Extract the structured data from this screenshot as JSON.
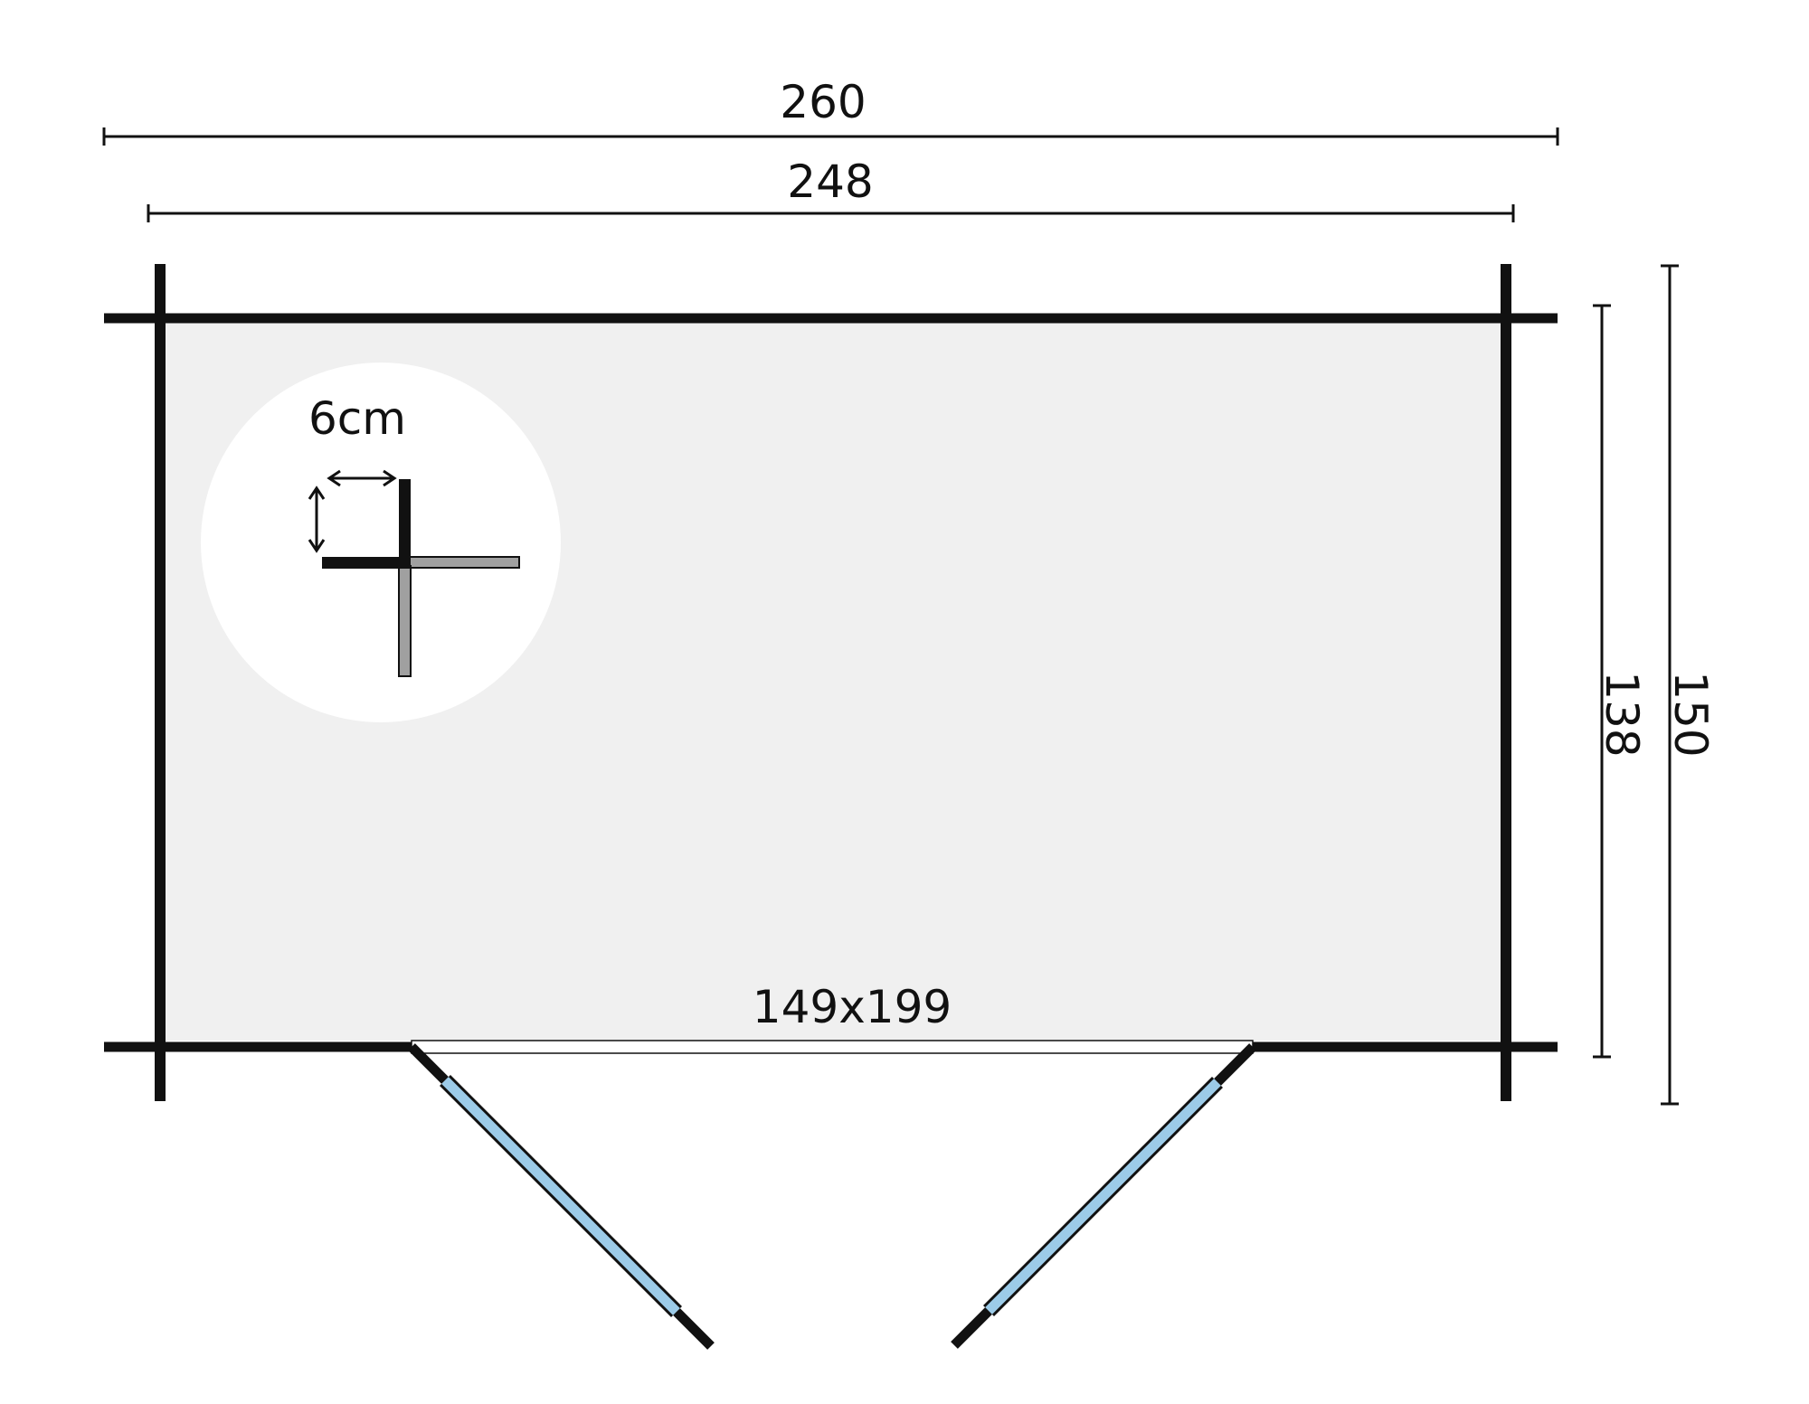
{
  "dimensions": {
    "outer_width": "260",
    "inner_width": "248",
    "inner_depth": "138",
    "outer_depth": "150",
    "door_opening": "149x199",
    "wall_thickness": "6cm"
  },
  "colors": {
    "floor": "#f0f0f0",
    "wall": "#111111",
    "door_glass": "#9ccbe8",
    "secondary_log": "#a0a0a0",
    "detail_circle": "#ffffff"
  }
}
